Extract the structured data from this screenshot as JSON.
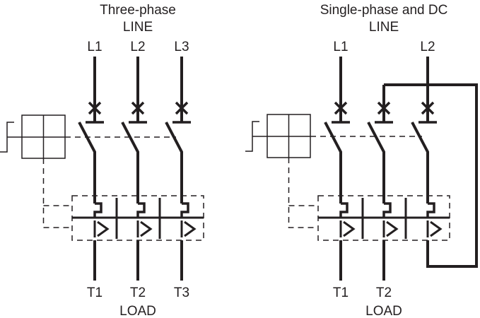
{
  "diagrams": [
    {
      "title": "Three-phase",
      "subtitle": "LINE",
      "line_labels": [
        "L1",
        "L2",
        "L3"
      ],
      "load_labels": [
        "T1",
        "T2",
        "T3"
      ],
      "footer": "LOAD"
    },
    {
      "title": "Single-phase and DC",
      "subtitle": "LINE",
      "line_labels": [
        "L1",
        "L2"
      ],
      "load_labels": [
        "T1",
        "T2"
      ],
      "footer": "LOAD"
    }
  ],
  "colors": {
    "line": "#231f20",
    "thermal_block": "#bcbdc0"
  }
}
